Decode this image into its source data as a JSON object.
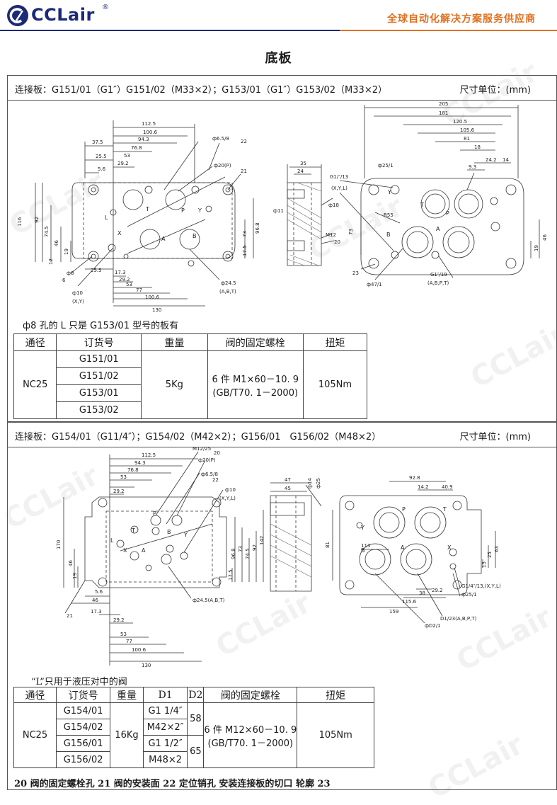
{
  "header": {
    "logo_text": "CCLair",
    "logo_mark": "®",
    "tagline": "全球自动化解决方案服务供应商"
  },
  "page_title": "底板",
  "section1": {
    "title": "连接板：G151/01（G1″）G151/02（M33×2）；G153/01（G1″）G153/02（M33×2）",
    "unit": "尺寸单位：(mm)",
    "note": "ф8 孔的 L 只是 G153/01 型号的板有",
    "drawing_labels": {
      "front_top": [
        "112.5",
        "100.6",
        "94.3",
        "76.8",
        "53",
        "37.5",
        "25.5",
        "29.2",
        "5.6"
      ],
      "front_left": [
        "116",
        "92",
        "74.5",
        "46",
        "19",
        "12"
      ],
      "front_right": [
        "96.8",
        "73",
        "17.5"
      ],
      "front_bottom": [
        "25.5",
        "17.3",
        "29.2",
        "53",
        "77",
        "100.6",
        "130"
      ],
      "front_callouts": [
        "ф6.5/8",
        "22",
        "ф20(P)",
        "21",
        "ф8",
        "6",
        "ф10",
        "(X,Y)",
        "ф24.5",
        "(A,B,T)"
      ],
      "front_ports": [
        "T",
        "P",
        "Y",
        "X",
        "L",
        "A",
        "B"
      ],
      "side_labels": [
        "35",
        "24",
        "ф11",
        "ф18",
        "M12",
        "20"
      ],
      "back_top": [
        "205",
        "181",
        "120.5",
        "105.6",
        "81",
        "18",
        "24.2",
        "14",
        "9.3"
      ],
      "back_left": [
        "73"
      ],
      "back_right": [
        "19",
        "46"
      ],
      "back_callouts": [
        "ф25/1",
        "G1/″/13",
        "(X,Y,L)",
        "R55",
        "G1″/19",
        "(A,B,P,T)",
        "ф47/1",
        "23"
      ],
      "back_ports": [
        "Y",
        "T",
        "P",
        "B",
        "A"
      ]
    },
    "table": {
      "headers": [
        "通径",
        "订货号",
        "重量",
        "阀的固定螺栓",
        "扭矩"
      ],
      "size": "NC25",
      "order_numbers": [
        "G151/01",
        "G151/02",
        "G153/01",
        "G153/02"
      ],
      "weight": "5Kg",
      "bolt_line1": "6 件 M1×60－10. 9",
      "bolt_line2": "(GB/T70. 1－2000)",
      "torque": "105Nm"
    }
  },
  "section2": {
    "title": "连接板：G154/01（G11/4″）；G154/02（M42×2）；G156/01　G156/02（M48×2）",
    "unit": "尺寸单位：(mm)",
    "note": "“L”只用于液压对中的阀",
    "drawing_labels": {
      "front_top": [
        "M12/25",
        "20",
        "ф20(P)",
        "112.5",
        "94.3",
        "76.8",
        "ф6.5/8",
        "53",
        "22",
        "29.2",
        "ф10",
        "(X,Y,L)"
      ],
      "front_left": [
        "170",
        "46",
        "19"
      ],
      "front_right": [
        "96.8",
        "73",
        "74.5",
        "92",
        "142",
        "17.5"
      ],
      "front_bottom": [
        "5.6",
        "46",
        "17.3",
        "29.2",
        "53",
        "77",
        "100.6",
        "130"
      ],
      "front_callouts": [
        "21",
        "ф24.5(A,B,T)"
      ],
      "front_ports": [
        "P",
        "T",
        "B",
        "L",
        "X",
        "A",
        "Y"
      ],
      "side_labels": [
        "47",
        "45",
        "ф14",
        "ф25"
      ],
      "back_top": [
        "92.8",
        "14.2",
        "40.9"
      ],
      "back_left": [
        "81",
        "113"
      ],
      "back_right": [
        "63",
        "25",
        "13"
      ],
      "back_bottom": [
        "38",
        "29.2",
        "115.6",
        "159"
      ],
      "back_callouts": [
        "G1/4″/13,(X,Y,L)",
        "ф25/1",
        "D1/23(A,B,P,T)",
        "фD2/1"
      ],
      "back_ports": [
        "P",
        "T",
        "Y",
        "X",
        "B",
        "A"
      ]
    },
    "table": {
      "headers": [
        "通径",
        "订货号",
        "重量",
        "D1",
        "D2",
        "阀的固定螺栓",
        "扭矩"
      ],
      "size": "NC25",
      "order_numbers": [
        "G154/01",
        "G154/02",
        "G156/01",
        "G156/02"
      ],
      "weight": "16Kg",
      "d1": [
        "G1 1/4″",
        "M42×2″",
        "G1 1/2″",
        "M48×2"
      ],
      "d2": [
        "58",
        "65"
      ],
      "bolt_line1": "6 件 M12×60－10. 9",
      "bolt_line2": "(GB/T70. 1－2000)",
      "torque": "105Nm"
    }
  },
  "footer_note": "20 阀的固定螺栓孔 21 阀的安装面 22 定位销孔 安装连接板的切口 轮廓 23",
  "watermark": "CCLair"
}
